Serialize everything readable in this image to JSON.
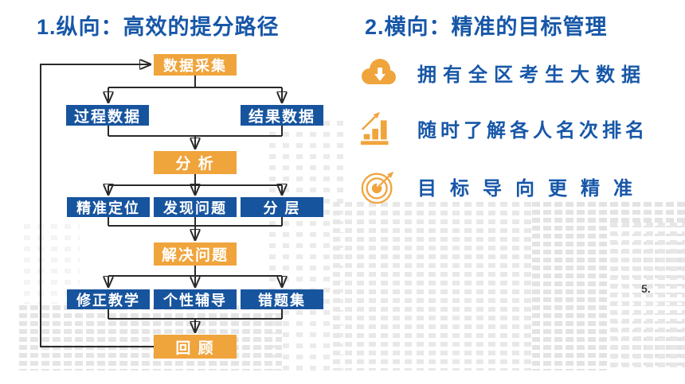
{
  "flowchart": {
    "title": "1.纵向：高效的提分路径",
    "nodes": [
      {
        "id": "data-collection",
        "label": "数据采集",
        "type": "orange"
      },
      {
        "id": "process-data",
        "label": "过程数据",
        "type": "blue"
      },
      {
        "id": "result-data",
        "label": "结果数据",
        "type": "blue"
      },
      {
        "id": "analysis",
        "label": "分  析",
        "type": "orange"
      },
      {
        "id": "precise-positioning",
        "label": "精准定位",
        "type": "blue"
      },
      {
        "id": "find-problems",
        "label": "发现问题",
        "type": "blue"
      },
      {
        "id": "layering",
        "label": "分  层",
        "type": "blue"
      },
      {
        "id": "solve-problems",
        "label": "解决问题",
        "type": "orange"
      },
      {
        "id": "correct-teaching",
        "label": "修正教学",
        "type": "blue"
      },
      {
        "id": "personal-tutoring",
        "label": "个性辅导",
        "type": "blue"
      },
      {
        "id": "mistake-collection",
        "label": "错题集",
        "type": "blue"
      },
      {
        "id": "review",
        "label": "回  顾",
        "type": "orange"
      }
    ]
  },
  "management": {
    "title": "2.横向：精准的目标管理",
    "items": [
      {
        "icon": "cloud-download-icon",
        "text": "拥有全区考生大数据"
      },
      {
        "icon": "rising-bar-chart-icon",
        "text": "随时了解各人名次排名"
      },
      {
        "icon": "target-bullseye-icon",
        "text": "目标导向更精准"
      }
    ]
  },
  "page_number": "5.",
  "colors": {
    "accent_blue": "#1757A8",
    "node_blue": "#17549E",
    "node_orange": "#F0A43C",
    "arrow": "#2B2A29",
    "pattern_gray": "#E7E7E7",
    "page_bg": "#FFFFFF"
  }
}
